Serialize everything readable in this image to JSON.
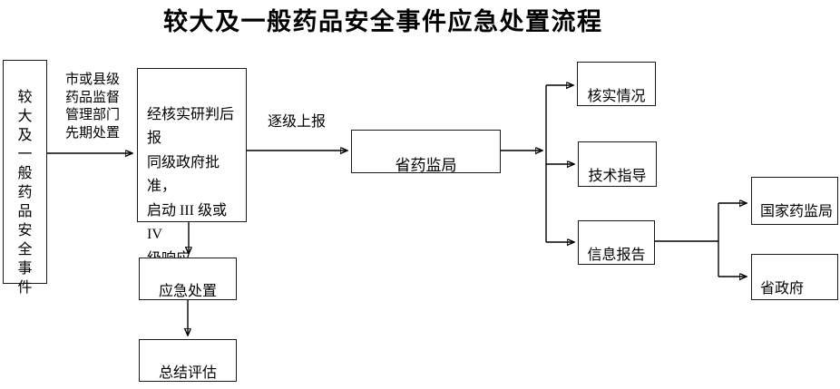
{
  "title": "较大及一般药品安全事件应急处置流程",
  "colors": {
    "line": "#000000",
    "background": "#ffffff",
    "text": "#000000"
  },
  "nodes": {
    "event": {
      "label": "较\n大\n及\n一\n般\n药\n品\n安\n全\n事\n件"
    },
    "response": {
      "label": "经核实研判后报\n同级政府批准，\n启动 III 级或 IV\n级响应。"
    },
    "province_bureau": {
      "label": "省药监局"
    },
    "verify": {
      "label": "核实情况"
    },
    "guidance": {
      "label": "技术指导"
    },
    "report": {
      "label": "信息报告"
    },
    "national_bureau": {
      "label": "国家药监局"
    },
    "province_gov": {
      "label": "省政府"
    },
    "disposal": {
      "label": "应急处置"
    },
    "evaluation": {
      "label": "总结评估"
    }
  },
  "edge_labels": {
    "initial_disposal": "市或县级\n药品监督\n管理部门\n先期处置",
    "escalate_report": "逐级上报"
  }
}
